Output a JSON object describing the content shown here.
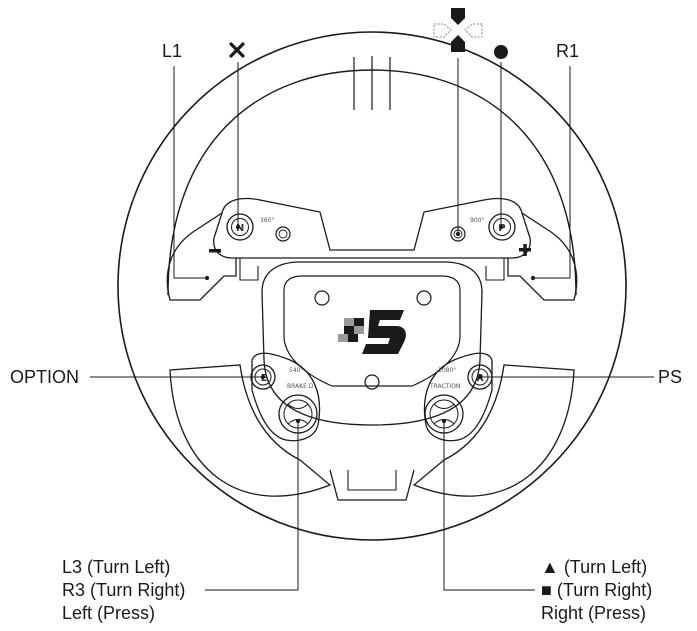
{
  "labels": {
    "l1": "L1",
    "r1": "R1",
    "option": "OPTION",
    "ps": "PS",
    "left_bottom": [
      "L3 (Turn Left)",
      "R3 (Turn Right)",
      "Left (Press)"
    ],
    "right_bottom": [
      "▲ (Turn Left)",
      "■ (Turn Right)",
      "Right (Press)"
    ]
  },
  "buttons": {
    "n": "N",
    "p": "P",
    "e": "E",
    "r": "R"
  },
  "small_text": {
    "deg_360": "360°",
    "deg_900": "900°",
    "deg_540": "540°",
    "deg_1080": "1080°",
    "brake": "BRAKE D.",
    "traction": "TRACTION"
  },
  "symbols": {
    "cross": "cross-icon",
    "dpad": "dpad-icon",
    "circle": "circle-icon",
    "minus": "minus-icon",
    "plus": "plus-icon"
  },
  "colors": {
    "line": "#1a1a1a",
    "logo_dark": "#1a1a1a",
    "logo_grey": "#9a9a9a"
  }
}
